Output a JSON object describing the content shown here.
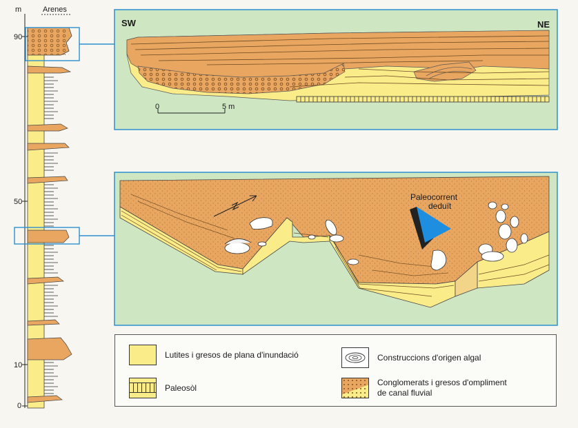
{
  "column": {
    "unit_label": "m",
    "top_label": "Arenes",
    "ticks": [
      {
        "value": 90,
        "label": "90"
      },
      {
        "value": 50,
        "label": "50"
      },
      {
        "value": 10,
        "label": "10"
      },
      {
        "value": 0,
        "label": "0"
      }
    ]
  },
  "section_top": {
    "left_label": "SW",
    "right_label": "NE",
    "scale_start": "0",
    "scale_end": "5 m"
  },
  "block_diagram": {
    "arrow_label_line1": "Paleocorrent",
    "arrow_label_line2": "deduït"
  },
  "legend": {
    "items": [
      {
        "label": "Lutites i gresos de plana d'inundació"
      },
      {
        "label": "Paleosòl"
      },
      {
        "label": "Construccions d'origen algal"
      },
      {
        "label_line1": "Conglomerats i gresos d'ompliment",
        "label_line2": "de canal fluvial"
      }
    ]
  },
  "colors": {
    "background": "#f7f6f1",
    "green_panel": "#cfe6c2",
    "frame_blue": "#2c8fd0",
    "floodplain_yellow": "#fbec8a",
    "channel_orange": "#e8a660",
    "arrow_blue": "#1e8ee0"
  }
}
